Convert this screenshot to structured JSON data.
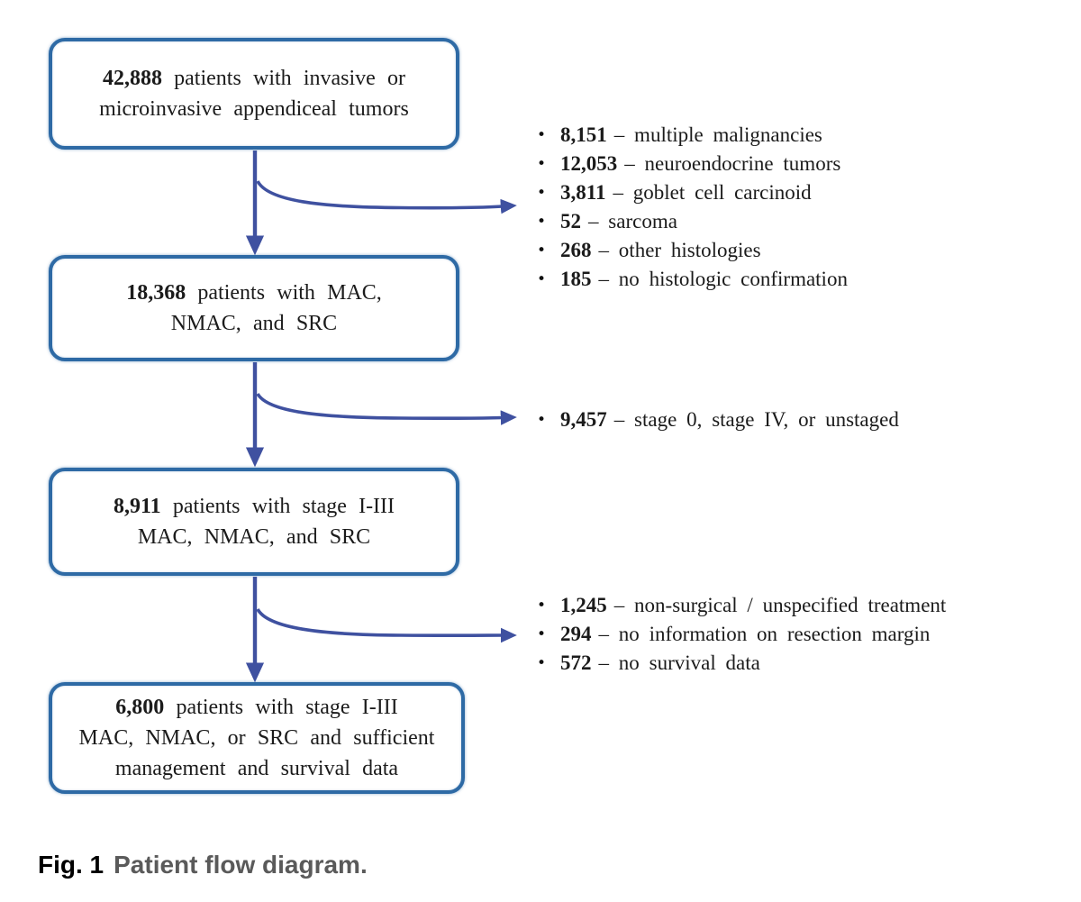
{
  "boxes": [
    {
      "number": "42,888",
      "line1": "patients with invasive or",
      "line2": "microinvasive appendiceal tumors"
    },
    {
      "number": "18,368",
      "line1": "patients with MAC,",
      "line2": "NMAC, and SRC"
    },
    {
      "number": "8,911",
      "line1": "patients with stage I-III",
      "line2": "MAC, NMAC, and SRC"
    },
    {
      "number": "6,800",
      "line1": "patients with stage I-III",
      "line2": "MAC, NMAC, or SRC and sufficient",
      "line3": "management and survival data"
    }
  ],
  "exclusion_groups": [
    {
      "items": [
        {
          "number": "8,151",
          "label": "– multiple malignancies"
        },
        {
          "number": "12,053",
          "label": "– neuroendocrine tumors"
        },
        {
          "number": "3,811",
          "label": "– goblet cell carcinoid"
        },
        {
          "number": "52",
          "label": "– sarcoma"
        },
        {
          "number": "268",
          "label": "– other histologies"
        },
        {
          "number": "185",
          "label": "– no histologic confirmation"
        }
      ]
    },
    {
      "items": [
        {
          "number": "9,457",
          "label": "– stage 0, stage IV, or unstaged"
        }
      ]
    },
    {
      "items": [
        {
          "number": "1,245",
          "label": "– non-surgical / unspecified treatment"
        },
        {
          "number": "294",
          "label": "– no information on resection margin"
        },
        {
          "number": "572",
          "label": "– no survival data"
        }
      ]
    }
  ],
  "caption": {
    "fig_label": "Fig. 1",
    "title": "Patient flow diagram."
  },
  "bullet_glyph": "•",
  "colors": {
    "box_border": "#2e6aa5",
    "box_fill": "#ffffff",
    "arrow": "#3f51a0",
    "text": "#1b1b1b",
    "caption_fig": "#000000",
    "caption_title": "#5a5a5a",
    "bullet": "#111111",
    "page_bg": "#ffffff"
  }
}
